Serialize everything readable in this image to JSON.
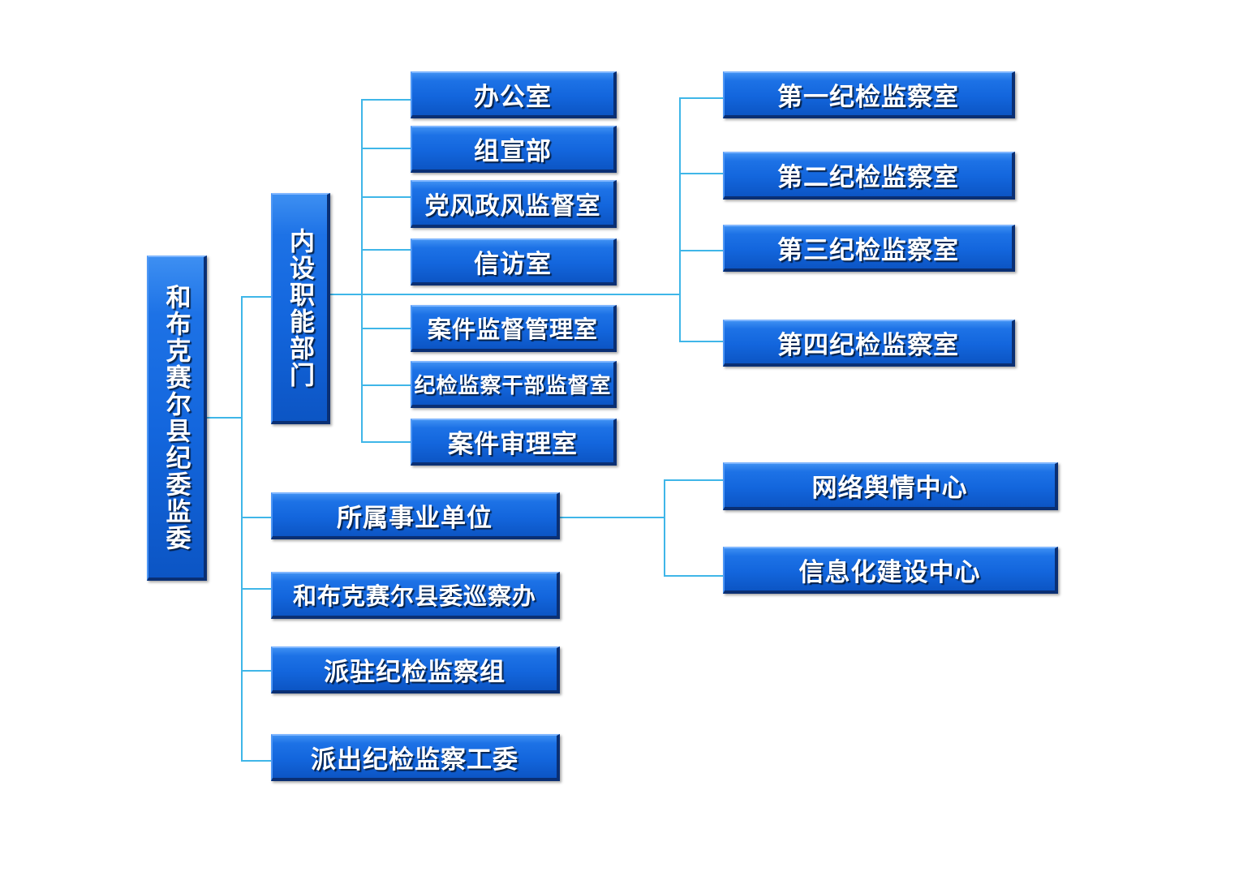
{
  "root": {
    "label": "和布克赛尔县纪委监委"
  },
  "internal": {
    "label": "内设职能部门",
    "items": [
      {
        "label": "办公室"
      },
      {
        "label": "组宣部"
      },
      {
        "label": "党风政风监督室"
      },
      {
        "label": "信访室"
      },
      {
        "label": "案件监督管理室"
      },
      {
        "label": "纪检监察干部监督室"
      },
      {
        "label": "案件审理室"
      }
    ],
    "rooms": [
      {
        "label": "第一纪检监察室"
      },
      {
        "label": "第二纪检监察室"
      },
      {
        "label": "第三纪检监察室"
      },
      {
        "label": "第四纪检监察室"
      }
    ]
  },
  "affiliated": {
    "label": "所属事业单位",
    "items": [
      {
        "label": "网络舆情中心"
      },
      {
        "label": "信息化建设中心"
      }
    ]
  },
  "others": [
    {
      "label": "和布克赛尔县委巡察办"
    },
    {
      "label": "派驻纪检监察组"
    },
    {
      "label": "派出纪检监察工委"
    }
  ],
  "colors": {
    "box": "#1366dd",
    "box_edge": "#0a2f73",
    "connector": "#3fb6e8",
    "text": "#ffffff"
  }
}
